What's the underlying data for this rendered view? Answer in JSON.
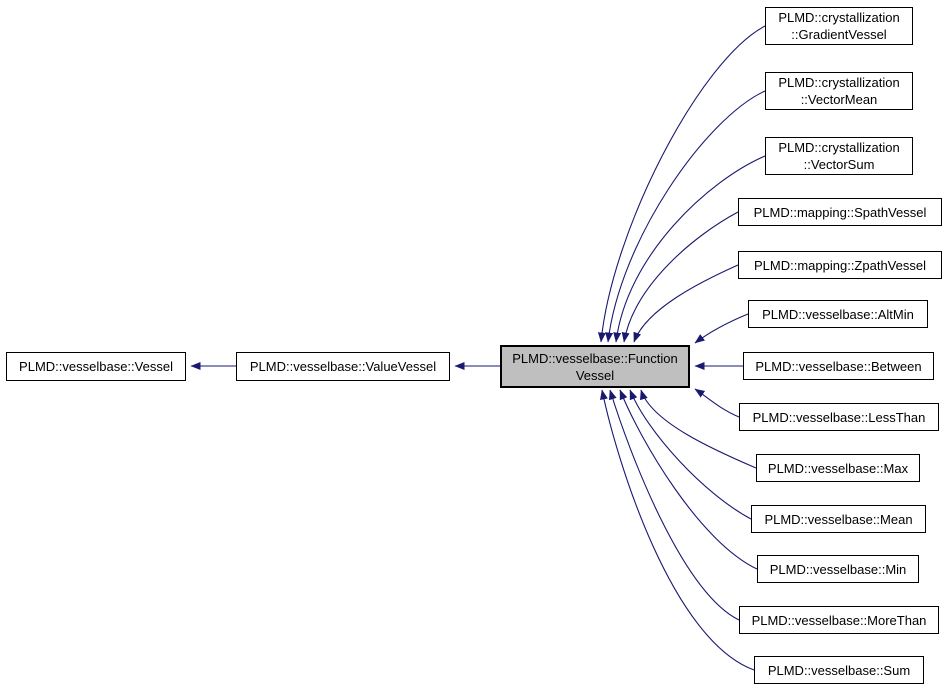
{
  "diagram": {
    "kind": "class-inheritance-graph",
    "colors": {
      "background": "#ffffff",
      "edge": "#191970",
      "node_border": "#000000",
      "node_fill": "#ffffff",
      "selected_node_fill": "#bfbfbf",
      "text": "#000000"
    }
  },
  "nodes": {
    "root": {
      "label": "PLMD::vesselbase::Vessel"
    },
    "value_vessel": {
      "label": "PLMD::vesselbase::ValueVessel"
    },
    "function_vessel": {
      "label": "PLMD::vesselbase::Function\nVessel"
    },
    "derived": [
      {
        "label": "PLMD::crystallization\n::GradientVessel"
      },
      {
        "label": "PLMD::crystallization\n::VectorMean"
      },
      {
        "label": "PLMD::crystallization\n::VectorSum"
      },
      {
        "label": "PLMD::mapping::SpathVessel"
      },
      {
        "label": "PLMD::mapping::ZpathVessel"
      },
      {
        "label": "PLMD::vesselbase::AltMin"
      },
      {
        "label": "PLMD::vesselbase::Between"
      },
      {
        "label": "PLMD::vesselbase::LessThan"
      },
      {
        "label": "PLMD::vesselbase::Max"
      },
      {
        "label": "PLMD::vesselbase::Mean"
      },
      {
        "label": "PLMD::vesselbase::Min"
      },
      {
        "label": "PLMD::vesselbase::MoreThan"
      },
      {
        "label": "PLMD::vesselbase::Sum"
      }
    ]
  }
}
